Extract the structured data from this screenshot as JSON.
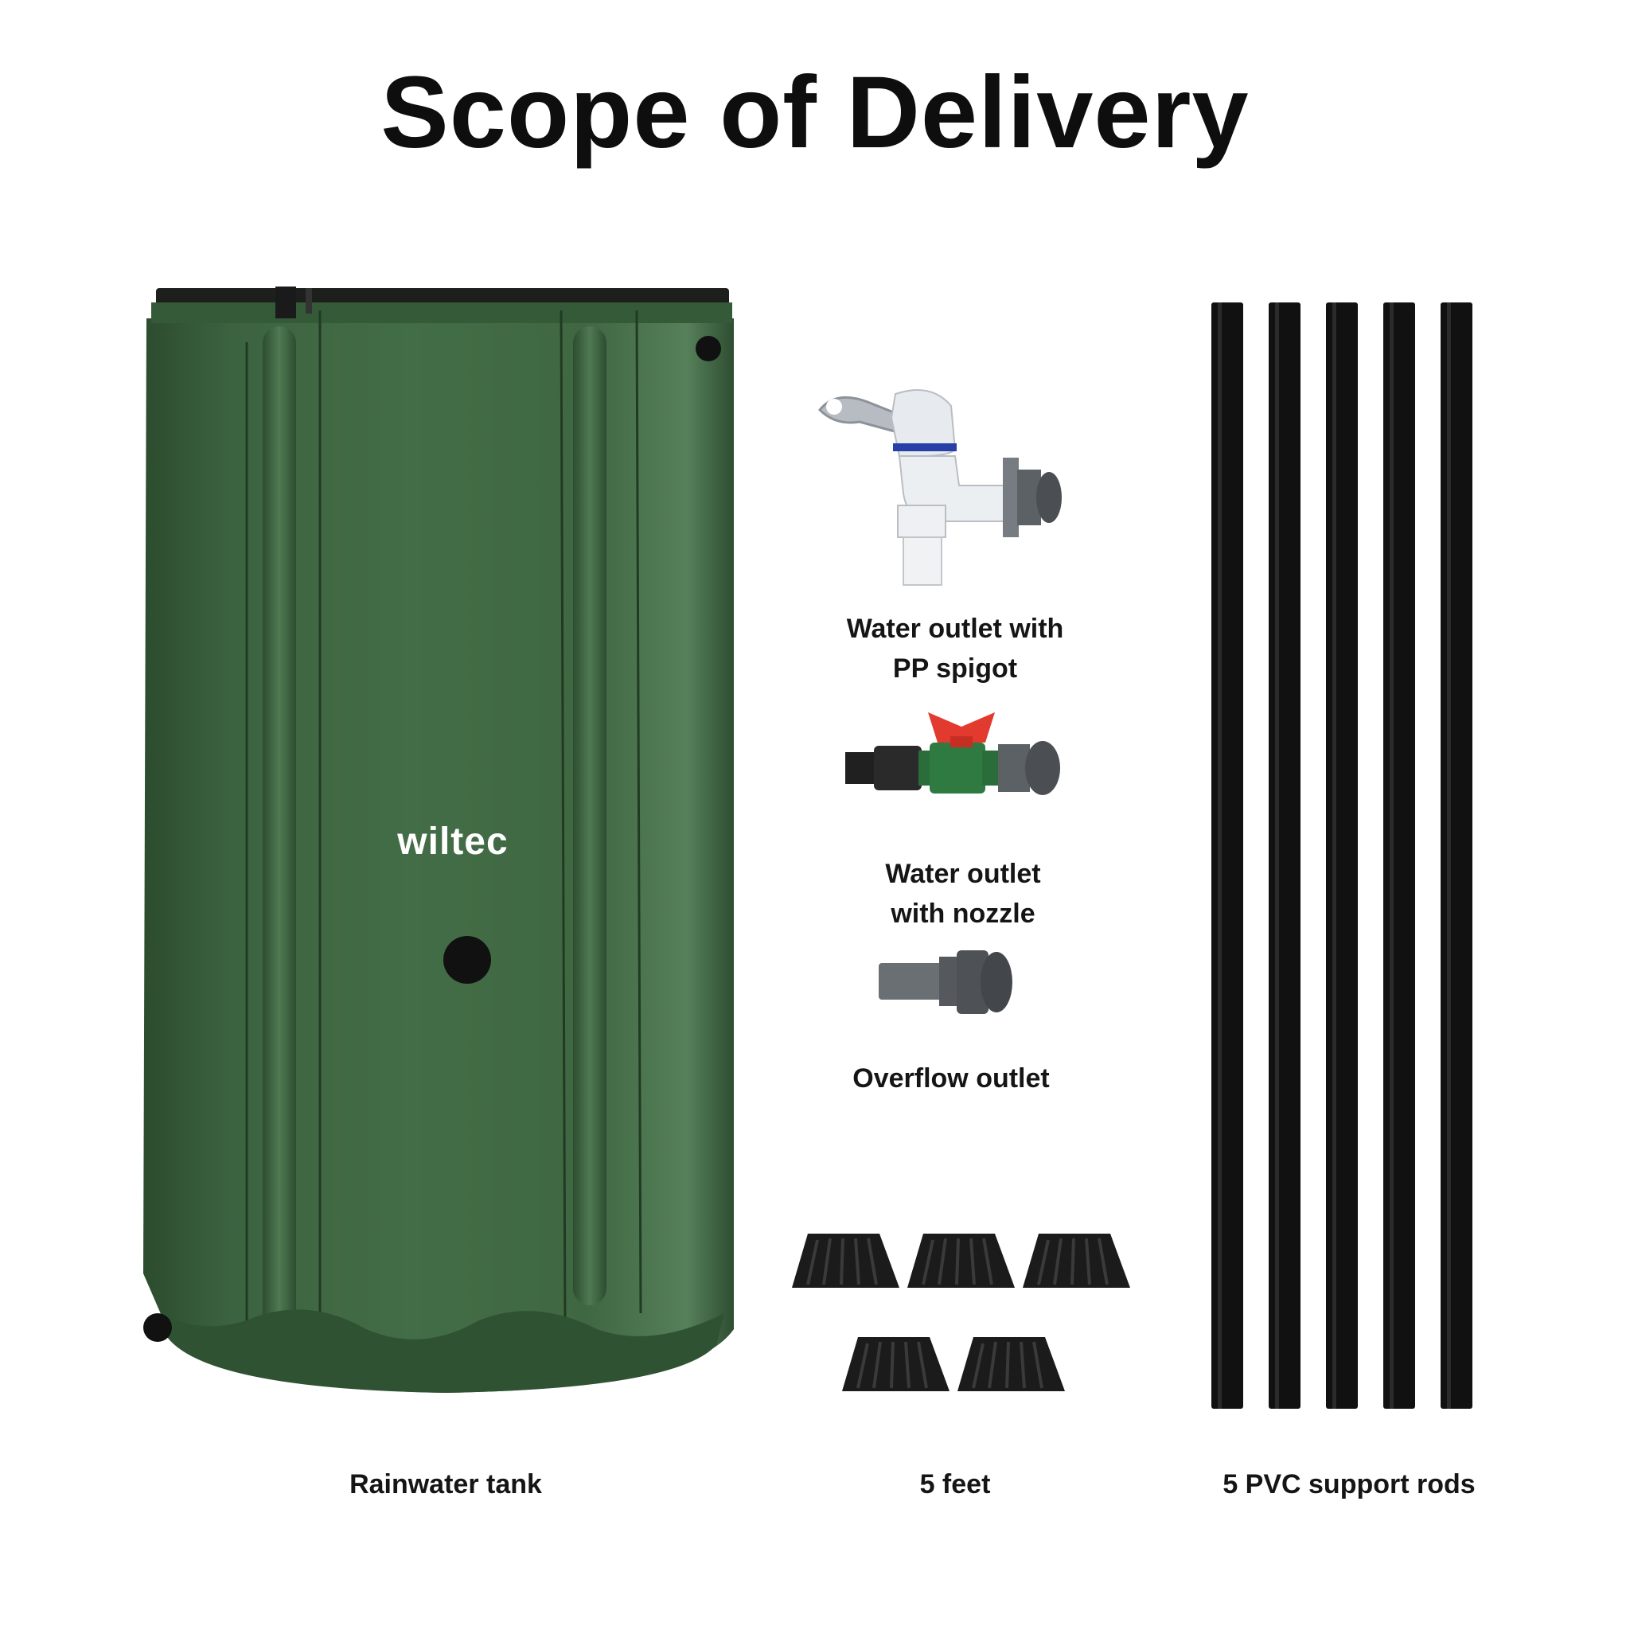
{
  "page": {
    "title": "Scope of Delivery",
    "colors": {
      "tank_green": "#3e6640",
      "rod_black": "#111111",
      "valve_red": "#e23a2e"
    }
  },
  "items": {
    "tank": {
      "label": "Rainwater tank",
      "logo": "wiltec",
      "icon": "rainwater-tank"
    },
    "spigot": {
      "label_line1": "Water outlet with",
      "label_line2": "PP spigot",
      "icon": "spigot"
    },
    "nozzle": {
      "label_line1": "Water outlet",
      "label_line2": "with nozzle",
      "icon": "valve-nozzle"
    },
    "overflow": {
      "label": "Overflow outlet",
      "icon": "overflow-outlet"
    },
    "feet": {
      "label": "5 feet",
      "count": 5,
      "icon": "foot"
    },
    "rods": {
      "label": "5 PVC support rods",
      "count": 5,
      "icon": "pvc-rod"
    }
  }
}
